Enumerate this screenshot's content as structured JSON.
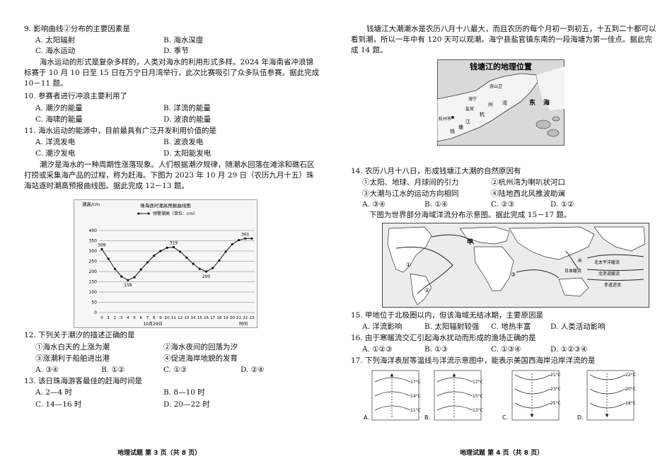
{
  "page_left": {
    "q9": {
      "stem": "9. 影响曲线②分布的主要因素是",
      "a": "A. 太阳辐射",
      "b": "B. 海水深度",
      "c": "C. 海水运动",
      "d": "D. 季节"
    },
    "intro_10_11": "海水运动的形式是复杂多样的，人类对海水的利用形式多样。2024 年海南省冲浪锦标赛于 10 月 10 日至 15 日在万宁日月湾举行，此次比赛吸引了众多队伍参赛。据此完成 10－11 题。",
    "q10": {
      "stem": "10. 参赛者进行冲浪主要利用了",
      "a": "A. 潮汐的能量",
      "b": "B. 洋流的能量",
      "c": "C. 海啸的能量",
      "d": "D. 波浪的能量"
    },
    "q11": {
      "stem": "11. 海水运动的能源中，目前最具有广泛开发利用价值的是",
      "a": "A. 洋流发电",
      "b": "B. 波浪发电",
      "c": "C. 潮汐发电",
      "d": "D. 太阳能发电"
    },
    "intro_12_13": "潮汐是海水的一种周期性涨落现象。人们根据潮汐规律，随潮水回落在滩涂和礁石区打捞或采集海产品的过程，称为赶海。下图为 2023 年 10 月 29 日（农历九月十五）珠海站逐时潮高预报曲线图。据此完成 12－13 题。",
    "q12": {
      "stem": "12. 下列关于潮汐的描述正确的是",
      "o1": "①海水白天的上涨为潮",
      "o2": "②海水夜间的回落为汐",
      "o3": "③涨潮利于船舶进出港",
      "o4": "④促进海岸地貌的发育",
      "a": "A. ③④",
      "b": "B. ①②",
      "c": "C. ①③",
      "d": "D. ②④"
    },
    "q13": {
      "stem": "13. 该日珠海游客最佳的赶海时间是",
      "a": "A. 2—4 时",
      "b": "B. 8—10 时",
      "c": "C. 14—16 时",
      "d": "D. 20—22 时"
    },
    "footer": "地理试题 第 3 页（共 8 页）"
  },
  "chart_data": {
    "type": "line",
    "title": "珠海逐时潮高预报曲线图",
    "legend": "预警潮高（单位：cm）",
    "ylabel": "潮高/cm",
    "xlabel": "时间",
    "date_label": "10月29日",
    "x": [
      0,
      1,
      2,
      3,
      4,
      5,
      6,
      7,
      8,
      9,
      10,
      11,
      12,
      13,
      14,
      15,
      16,
      17,
      18,
      19,
      20,
      21,
      22,
      23
    ],
    "values": [
      309,
      262,
      213,
      176,
      158,
      172,
      210,
      245,
      277,
      300,
      316,
      319,
      297,
      268,
      238,
      213,
      200,
      217,
      254,
      297,
      333,
      353,
      361,
      361
    ],
    "yticks": [
      0,
      50,
      100,
      150,
      200,
      250,
      300,
      350,
      400
    ],
    "ylim": [
      0,
      400
    ],
    "annotations": [
      {
        "x": 0,
        "label": "309"
      },
      {
        "x": 4,
        "label": "158"
      },
      {
        "x": 11,
        "label": "319"
      },
      {
        "x": 16,
        "label": "200"
      },
      {
        "x": 22,
        "label": "361"
      }
    ],
    "grid": true,
    "legend_placement": "top-center"
  },
  "page_right": {
    "intro_14": "钱塘江大潮潮水是农历八月十八最大，而且农历的每个月初一到初五，十五到二十都可以看到潮，所以一年中有 120 天可以观潮。海宁县盐官镇东南的一段海塘为第一佳点。据此完成 14 题。",
    "map1": {
      "title": "钱塘江的地理位置",
      "jinshanwei": "金山卫",
      "haining": "海宁",
      "yanguan": "盐官",
      "hangzhou": "杭州市",
      "zhou": "州",
      "wan": "湾",
      "hang": "杭",
      "qian": "钱",
      "tang": "塘",
      "jiang": "江",
      "donghai": "东",
      "hai": "海"
    },
    "q14": {
      "stem": "14. 农历八月十八日，形成钱塘江大潮的自然原因有",
      "o1": "①太阳、地球、月球间的引力",
      "o2": "②杭州湾为喇叭状河口",
      "o3": "③大潮与江水的运动方向相同",
      "o4": "④陆地西北风推波助澜",
      "a": "A. ③④",
      "b": "B. ①④",
      "c": "C. ②③",
      "d": "D. ①②"
    },
    "intro_15_17": "下图为世界部分海域洋流分布示意图。据此完成 15－17 题。",
    "map2": {
      "jia": "甲",
      "m1": "①",
      "m2": "②",
      "m3": "③",
      "m4": "④",
      "current1": "北太平洋暖流",
      "current2": "北赤道暖流",
      "current3": "赤道逆流",
      "current4": "日本暖流"
    },
    "q15": {
      "stem": "15. 甲地位于北极圈以内，但该海域无结冰期，主要原因是",
      "a": "A. 洋流影响",
      "b": "B. 太阳辐射较强",
      "c": "C. 地热丰富",
      "d": "D. 人类活动影响"
    },
    "q16": {
      "stem": "16. 由于寒暖流交汇引起海水扰动而形成的渔场正确的是",
      "a": "A. ①②③",
      "b": "B. ①③",
      "c": "C. ①③④",
      "d": "D. ①②③④"
    },
    "q17": {
      "stem": "17. 下列海洋表层等温线与洋流示意图中，能表示美国西海岸沿岸洋流的是"
    },
    "isotherms": {
      "A": {
        "label": "A.",
        "t1": "17°C",
        "t2": "14°C",
        "t3": "11°C"
      },
      "B": {
        "label": "B.",
        "t1": "17°C",
        "t2": "15°C",
        "t3": "13°C"
      },
      "C": {
        "label": "C.",
        "t1": "21°C",
        "t2": "23°C",
        "t3": "25°C"
      },
      "D": {
        "label": "D.",
        "t1": "22°C",
        "t2": "20°C",
        "t3": "18°C"
      }
    },
    "footer": "地理试题 第 4 页（共 8 页）"
  }
}
